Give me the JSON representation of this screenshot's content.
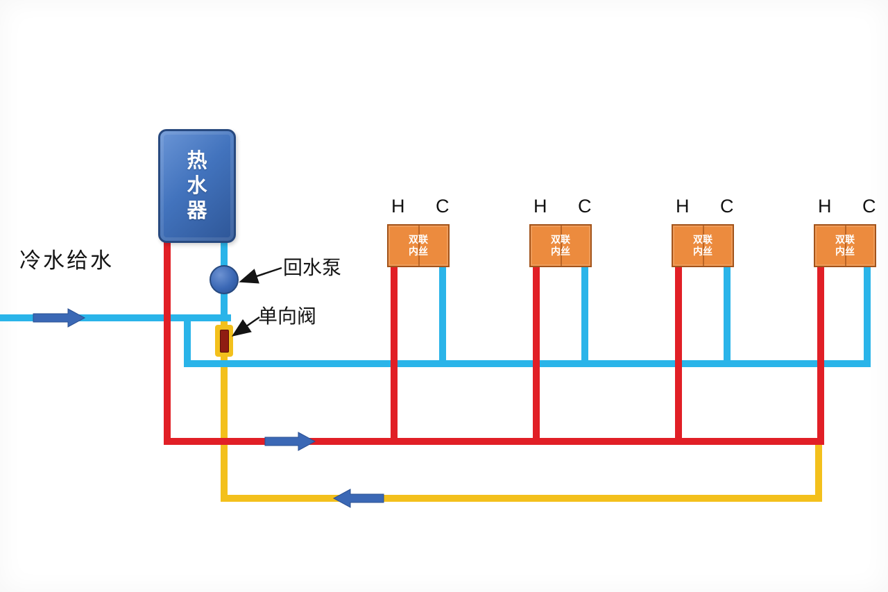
{
  "diagram": {
    "cold_supply_label": "冷水给水",
    "heater_label": "热水器",
    "pump_label": "回水泵",
    "check_valve_label": "单向阀",
    "fixture_line1": "双联",
    "fixture_line2": "内丝",
    "port_hot": "H",
    "port_cold": "C"
  },
  "colors": {
    "hot_pipe": "#e11f26",
    "cold_pipe": "#2ab4e9",
    "return_pipe": "#f3c01c",
    "flow_arrow": "#3b68b5",
    "heater": "#4273bd",
    "fixture": "#ec8b3e"
  }
}
